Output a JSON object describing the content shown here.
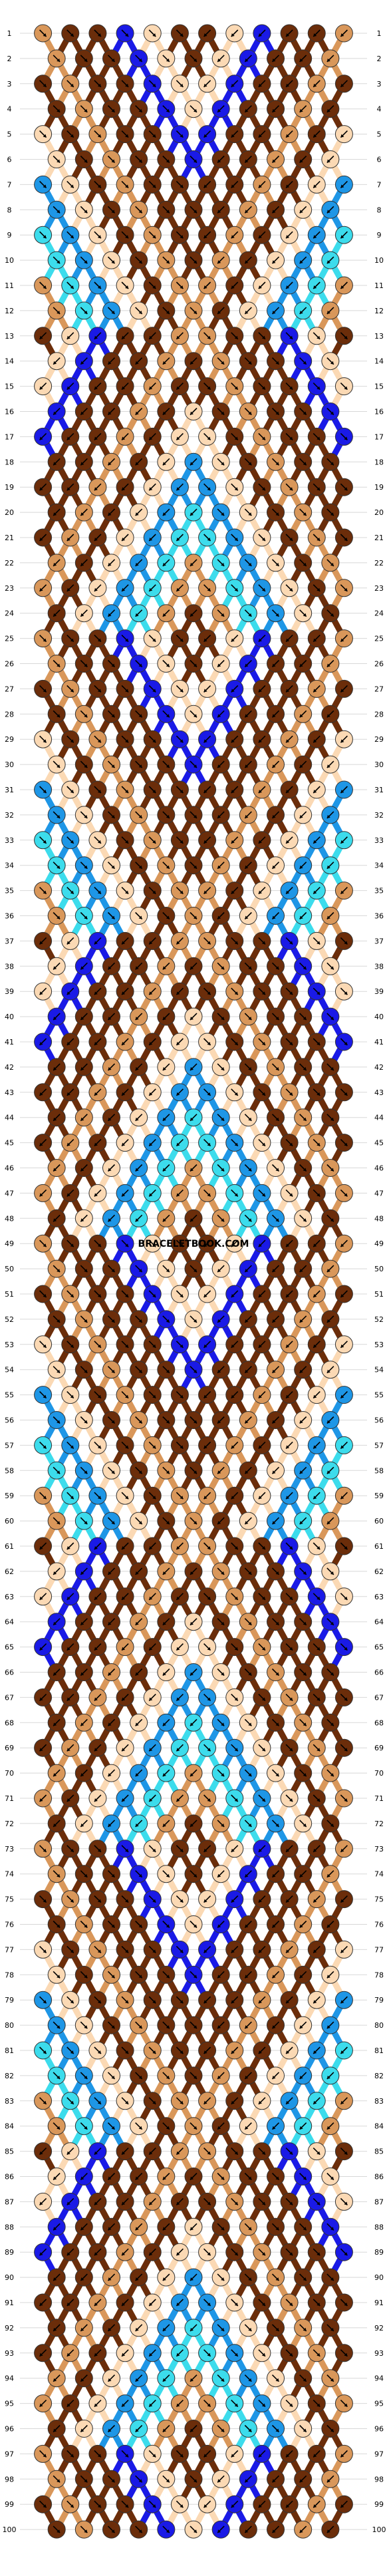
{
  "watermark": "BRACELETBOOK.COM",
  "rows": 100,
  "strings": 24,
  "colors": {
    "dark_brown": "#6b2d0a",
    "tan": "#d9975a",
    "peach": "#fbd9b4",
    "blue": "#1a1ae6",
    "sky_blue": "#1e96e6",
    "cyan": "#3cdcec"
  },
  "string_colors": [
    "tan",
    "dark_brown",
    "dark_brown",
    "peach",
    "dark_brown",
    "sky_blue",
    "blue",
    "cyan",
    "peach",
    "tan",
    "dark_brown",
    "dark_brown",
    "dark_brown",
    "dark_brown",
    "tan",
    "peach",
    "cyan",
    "blue",
    "sky_blue",
    "dark_brown",
    "peach",
    "dark_brown",
    "dark_brown",
    "tan"
  ]
}
